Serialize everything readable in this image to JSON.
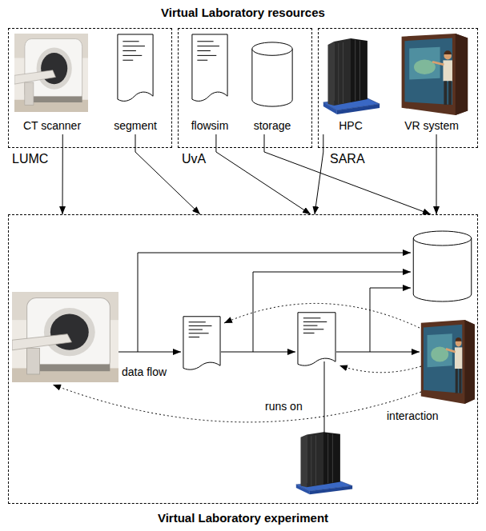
{
  "diagram": {
    "title": "Virtual Laboratory resources",
    "nodes": [
      {
        "text": [
          "LUMC"
        ]
      },
      {
        "text": [
          "CT scanner"
        ],
        "in": 0
      },
      {
        "text": [
          "segment"
        ],
        "in": 0
      },
      {
        "text": [
          "UvA"
        ]
      },
      {
        "text": [
          "flowsim"
        ],
        "in": 3
      },
      {
        "text": [
          "storage"
        ],
        "in": 3
      },
      {
        "text": [
          "SARA"
        ]
      },
      {
        "text": [
          "HPC"
        ],
        "in": 6
      },
      {
        "text": [
          "VR system"
        ],
        "in": 6
      },
      {
        "text": [
          "Virtual Laboratory experiment"
        ]
      }
    ],
    "edges": [
      {
        "from": 1,
        "to": 9,
        "arrow": "to"
      },
      {
        "from": 2,
        "to": 9,
        "arrow": "to"
      },
      {
        "from": 4,
        "to": 9,
        "arrow": "to"
      },
      {
        "from": 5,
        "to": 9,
        "arrow": "to"
      },
      {
        "from": 7,
        "to": 9,
        "arrow": "to"
      },
      {
        "from": 8,
        "to": 9,
        "arrow": "to"
      }
    ],
    "labels": [
      "data flow",
      "runs on",
      "interaction"
    ]
  }
}
